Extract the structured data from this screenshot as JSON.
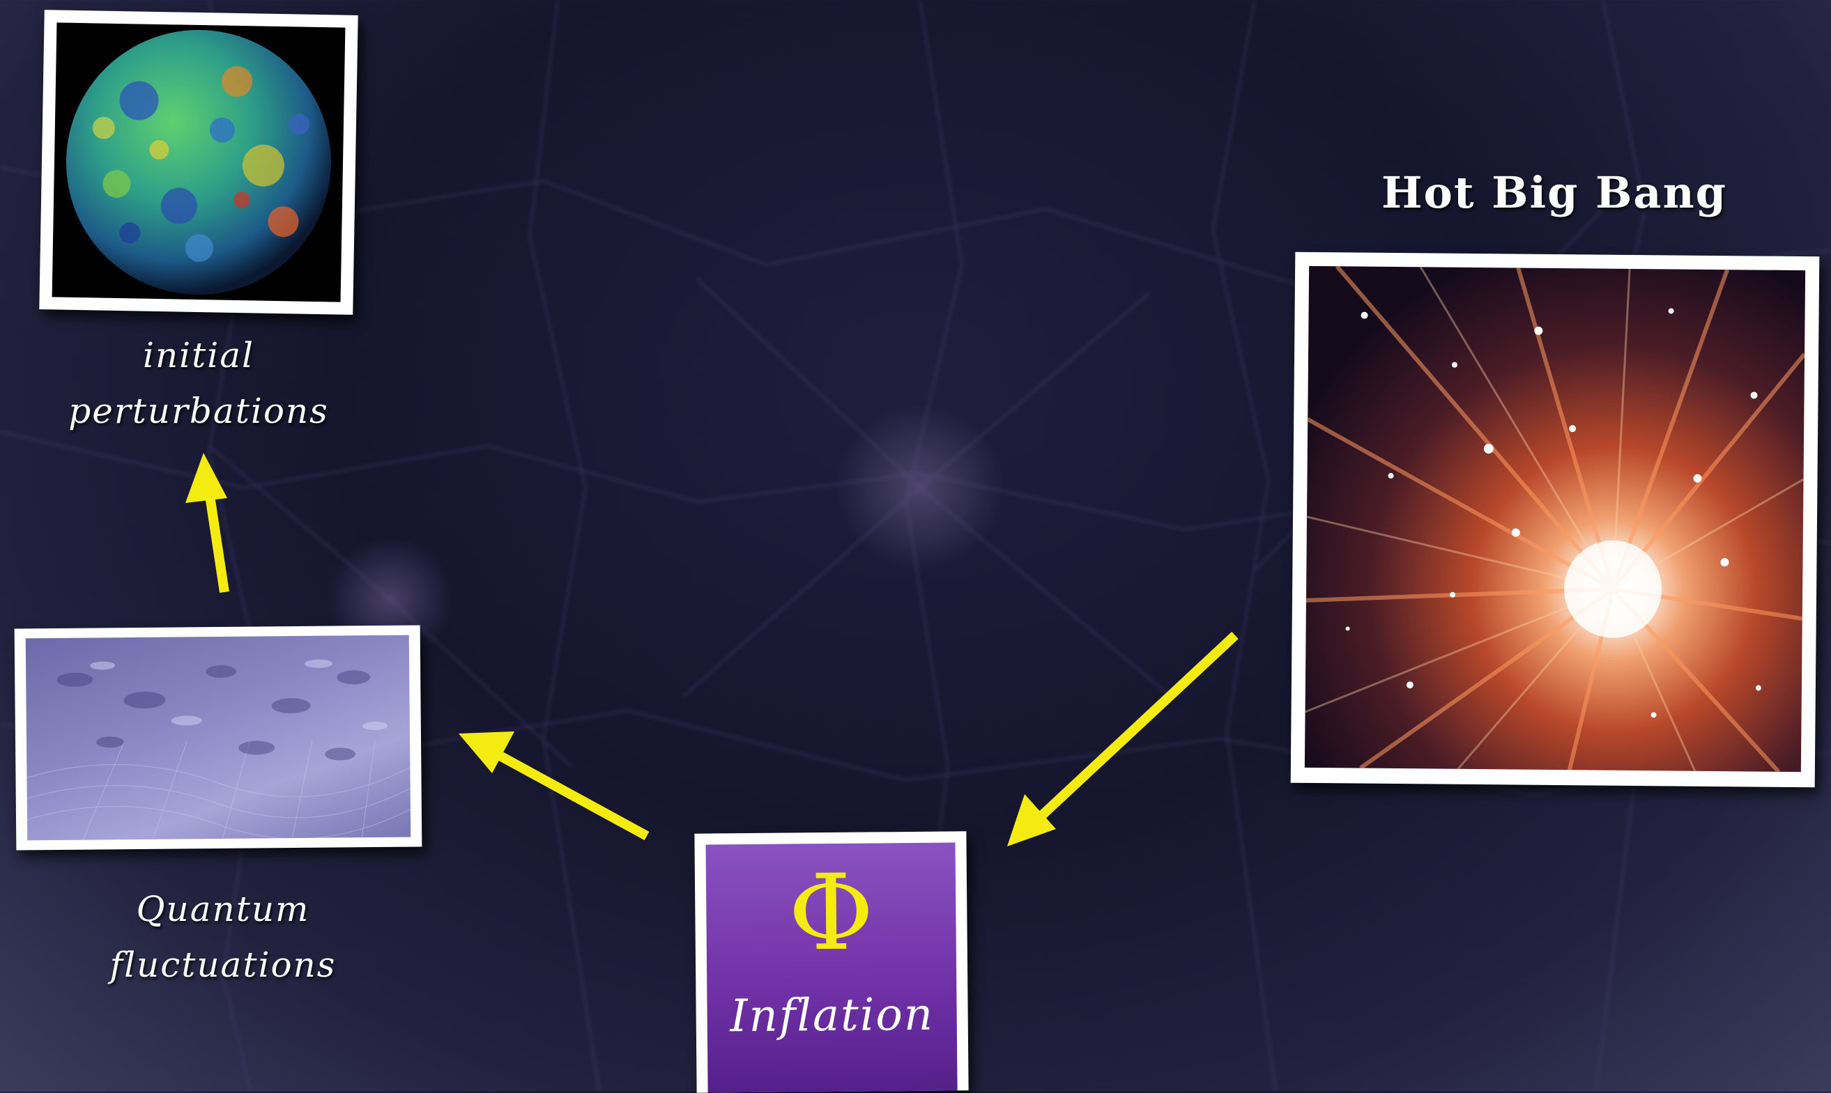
{
  "labels": {
    "hot_big_bang": "Hot Big Bang",
    "initial_perturbations_line1": "initial",
    "initial_perturbations_line2": "perturbations",
    "quantum_fluctuations_line1": "Quantum",
    "quantum_fluctuations_line2": "fluctuations",
    "inflation": "Inflation",
    "phi_symbol": "Φ"
  },
  "colors": {
    "arrow": "#f4ec10",
    "phi": "#f4ec10",
    "inflation_card": "#7a3aa8",
    "background": "#1b1b36"
  }
}
